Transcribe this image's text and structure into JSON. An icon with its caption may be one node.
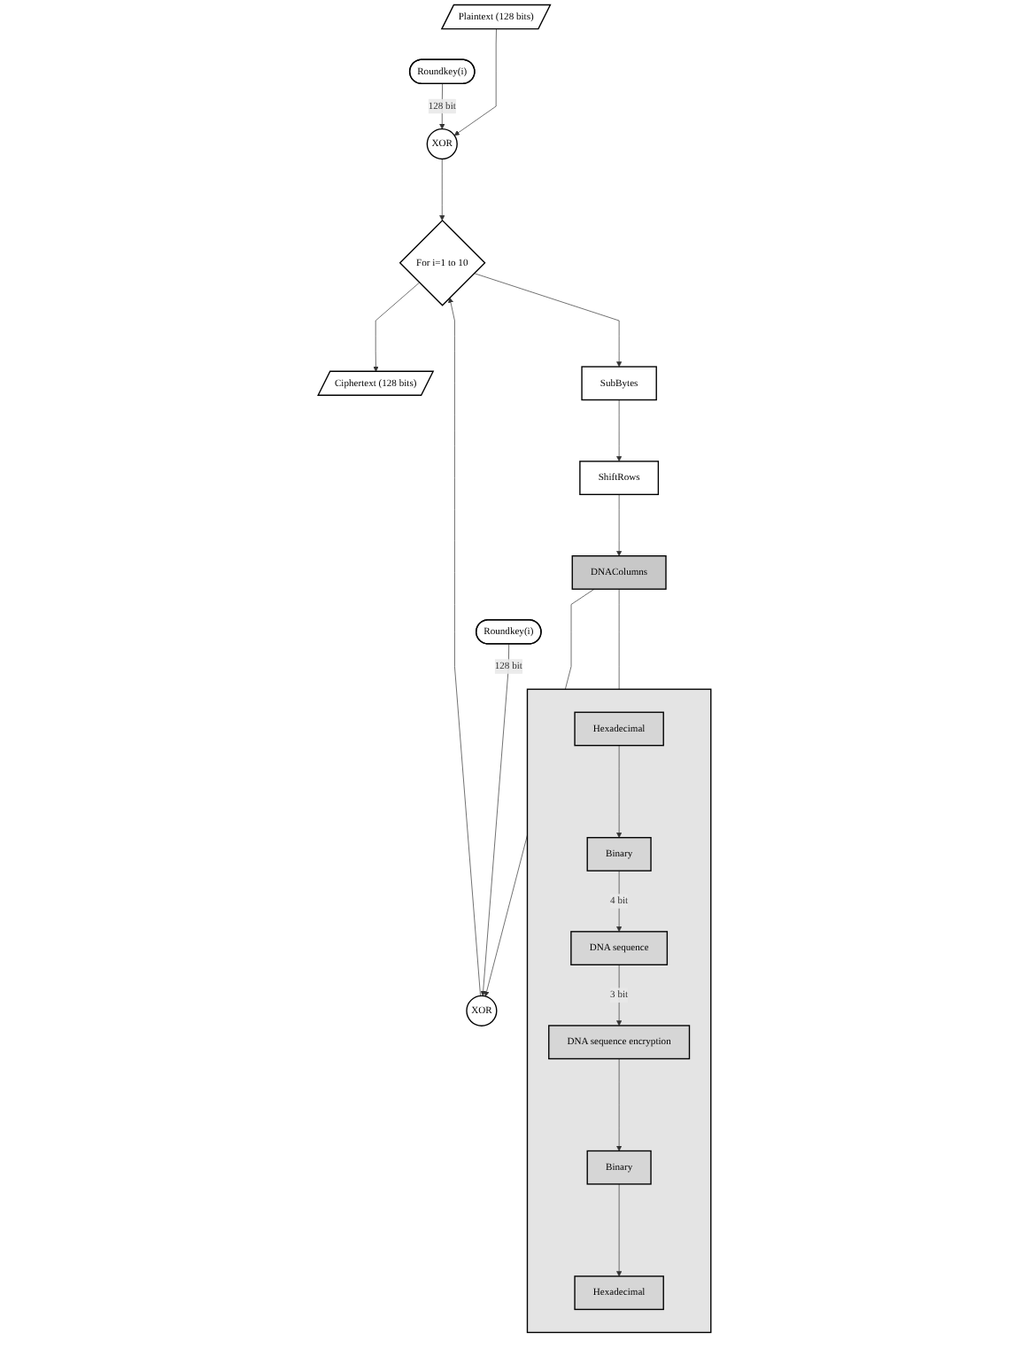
{
  "diagram": {
    "nodes": [
      {
        "text": [
          "Plaintext (128 bits)"
        ]
      },
      {
        "text": [
          "XOR"
        ]
      },
      {
        "text": [
          "Roundkey(i)"
        ]
      },
      {
        "text": [
          "For i=1 to 10"
        ]
      },
      {
        "text": [
          "Ciphertext (128 bits)"
        ]
      },
      {
        "text": [
          "SubBytes"
        ]
      },
      {
        "text": [
          "ShiftRows"
        ]
      },
      {
        "text": [
          "DNAColumns"
        ]
      },
      {
        "text": [],
        "shape": "box"
      },
      {
        "text": [
          "Hexadecimal"
        ],
        "in": 8
      },
      {
        "text": [
          "Binary"
        ],
        "in": 8
      },
      {
        "text": [
          "DNA sequence"
        ],
        "in": 8
      },
      {
        "text": [
          "DNA sequence encryption"
        ],
        "in": 8
      },
      {
        "text": [
          "Binary"
        ],
        "in": 8
      },
      {
        "text": [
          "Hexadecimal"
        ],
        "in": 8
      },
      {
        "text": [
          "Roundkey(i)"
        ]
      },
      {
        "text": [
          "XOR"
        ]
      }
    ],
    "edges": [
      {
        "from": 0,
        "to": 1,
        "arrow": "to"
      },
      {
        "from": 2,
        "to": 1,
        "arrow": "to",
        "label": "128 bit"
      },
      {
        "from": 1,
        "to": 3,
        "arrow": "to"
      },
      {
        "from": 3,
        "to": 4,
        "arrow": "to"
      },
      {
        "from": 3,
        "to": 5,
        "arrow": "to"
      },
      {
        "from": 5,
        "to": 6,
        "arrow": "to"
      },
      {
        "from": 6,
        "to": 7,
        "arrow": "to"
      },
      {
        "from": 7,
        "to": 16,
        "arrow": "to"
      },
      {
        "from": 15,
        "to": 16,
        "arrow": "to",
        "label": "128 bit"
      },
      {
        "from": 16,
        "to": 3,
        "arrow": "to"
      },
      {
        "from": 7,
        "to": 8,
        "arrow": "none"
      },
      {
        "from": 9,
        "to": 10,
        "arrow": "to"
      },
      {
        "from": 10,
        "to": 11,
        "arrow": "to",
        "label": "4 bit"
      },
      {
        "from": 11,
        "to": 12,
        "arrow": "to",
        "label": "3 bit"
      },
      {
        "from": 12,
        "to": 13,
        "arrow": "to"
      },
      {
        "from": 13,
        "to": 14,
        "arrow": "to"
      }
    ]
  }
}
